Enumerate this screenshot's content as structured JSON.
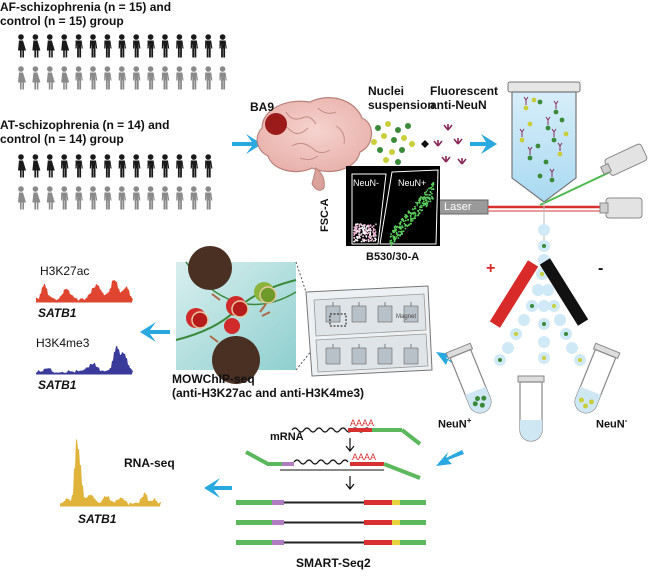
{
  "groups": {
    "af_title_line1": "AF-schizophrenia (n = 15) and",
    "af_title_line2": "control (n = 15) group",
    "at_title_line1": "AT-schizophrenia (n = 14) and",
    "at_title_line2": "control (n = 14) group",
    "case_color": "#1a1a1a",
    "control_color": "#8a8a8a"
  },
  "brain": {
    "label": "BA9"
  },
  "nuclei": {
    "label_line1": "Nuclei",
    "label_line2": "suspension"
  },
  "antibody": {
    "label_line1": "Fluorescent",
    "label_line2": "anti-NeuN"
  },
  "facs_plot": {
    "gate_neg": "NeuN-",
    "gate_pos": "NeuN+",
    "ylabel": "FSC-A",
    "xlabel": "B530/30-A"
  },
  "sorter": {
    "laser_label": "Laser",
    "plus": "+",
    "minus": "-"
  },
  "tubes": {
    "pos_label": "NeuN",
    "pos_sup": "+",
    "neg_label": "NeuN",
    "neg_sup": "-"
  },
  "chip": {
    "magnet_label": "Magnet"
  },
  "mowchip": {
    "label_line1": "MOWChIP-seq",
    "label_line2": "(anti-H3K27ac and anti-H3K4me3)"
  },
  "tracks": {
    "h3k27ac_label": "H3K27ac",
    "h3k27ac_gene": "SATB1",
    "h3k4me3_label": "H3K4me3",
    "h3k4me3_gene": "SATB1",
    "rnaseq_label": "RNA-seq",
    "rnaseq_gene": "SATB1",
    "colors": {
      "h3k27ac": "#e0452f",
      "h3k4me3": "#3a3a9a",
      "rnaseq": "#e0b43a"
    }
  },
  "smart": {
    "mrna_label": "mRNA",
    "polya": "AAAA",
    "title": "SMART-Seq2"
  },
  "colors": {
    "arrow": "#2aa8e0",
    "plus_electrode": "#d92a2a",
    "minus_electrode": "#111111"
  }
}
